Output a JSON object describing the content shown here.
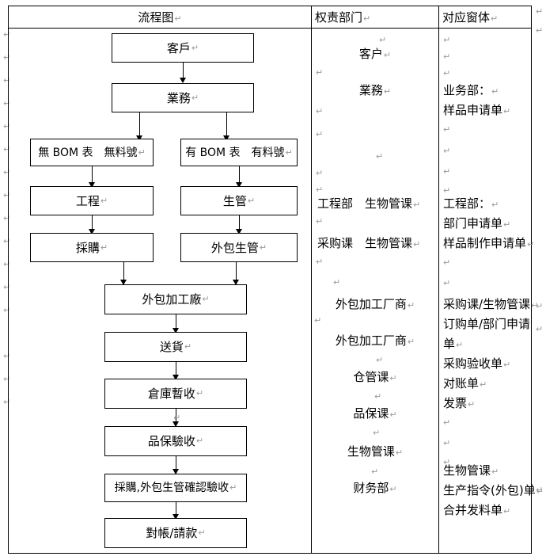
{
  "document": {
    "title": "流程图表格",
    "pilcrow": "↵"
  },
  "table": {
    "headers": [
      {
        "label": "流程图",
        "name": "column-header-flowchart"
      },
      {
        "label": "权责部门",
        "name": "column-header-department"
      },
      {
        "label": "对应窗体",
        "name": "column-header-form"
      }
    ]
  },
  "flowchart": {
    "nodes": [
      {
        "id": "customer",
        "label": "客戶"
      },
      {
        "id": "sales",
        "label": "業務"
      },
      {
        "id": "no-bom",
        "label": "無 BOM 表　無料號"
      },
      {
        "id": "has-bom",
        "label": "有 BOM 表　有料號"
      },
      {
        "id": "engineering",
        "label": "工程"
      },
      {
        "id": "production",
        "label": "生管"
      },
      {
        "id": "purchasing",
        "label": "採購"
      },
      {
        "id": "outsource-pc",
        "label": "外包生管"
      },
      {
        "id": "outsource-factory",
        "label": "外包加工廠"
      },
      {
        "id": "delivery",
        "label": "送貨"
      },
      {
        "id": "warehouse",
        "label": "倉庫暫收"
      },
      {
        "id": "qa-check",
        "label": "品保驗收"
      },
      {
        "id": "confirm",
        "label": "採購,外包生管確認驗收"
      },
      {
        "id": "billing",
        "label": "對帳/請款"
      }
    ]
  },
  "departments": {
    "rows": [
      {
        "label": "客户"
      },
      {
        "label": "業務"
      },
      {
        "label": "工程部　生物管课"
      },
      {
        "label": "采购课　生物管课"
      },
      {
        "label": "外包加工厂商"
      },
      {
        "label": "外包加工厂商"
      },
      {
        "label": "仓管课"
      },
      {
        "label": "品保课"
      },
      {
        "label": "生物管课"
      },
      {
        "label": "财务部"
      }
    ]
  },
  "forms": {
    "rows": [
      {
        "label": "业务部："
      },
      {
        "label": "样品申请单"
      },
      {
        "label": "工程部："
      },
      {
        "label": "部门申请单"
      },
      {
        "label": "样品制作申请单"
      },
      {
        "label": "采购课/生物管课"
      },
      {
        "label": "订购单/部门申请"
      },
      {
        "label": "单"
      },
      {
        "label": "采购验收单"
      },
      {
        "label": "对账单"
      },
      {
        "label": "发票"
      },
      {
        "label": "生物管课"
      },
      {
        "label": "生产指令(外包)单"
      },
      {
        "label": "合并发料单"
      }
    ]
  }
}
